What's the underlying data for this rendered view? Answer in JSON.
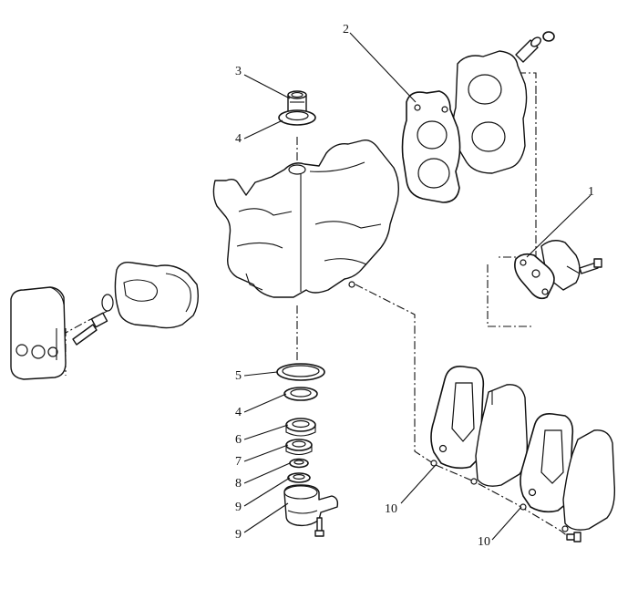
{
  "callouts": [
    {
      "id": "c1",
      "text": "1"
    },
    {
      "id": "c2",
      "text": "2"
    },
    {
      "id": "c3",
      "text": "3"
    },
    {
      "id": "c4a",
      "text": "4"
    },
    {
      "id": "c5",
      "text": "5"
    },
    {
      "id": "c4b",
      "text": "4"
    },
    {
      "id": "c6",
      "text": "6"
    },
    {
      "id": "c7",
      "text": "7"
    },
    {
      "id": "c8",
      "text": "8"
    },
    {
      "id": "c9a",
      "text": "9"
    },
    {
      "id": "c9b",
      "text": "9"
    },
    {
      "id": "c10a",
      "text": "10"
    },
    {
      "id": "c10b",
      "text": "10"
    }
  ],
  "colors": {
    "line": "#111111",
    "background": "#ffffff"
  }
}
